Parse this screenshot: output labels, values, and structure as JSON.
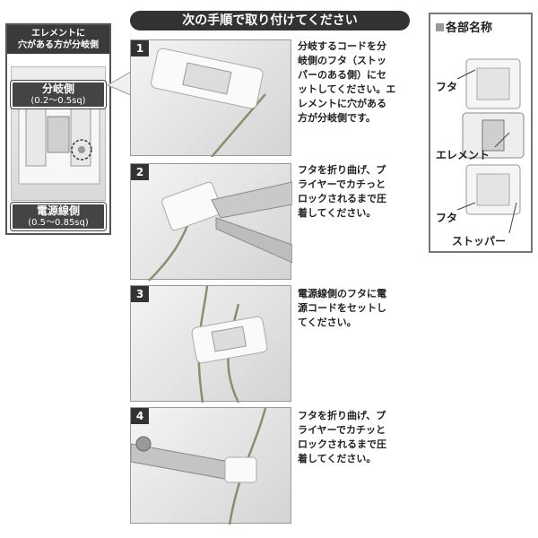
{
  "inset": {
    "header": [
      "エレメントに",
      "穴がある方が分岐側"
    ],
    "branch_label": "分岐側",
    "branch_spec": "(0.2〜0.5sq)",
    "power_label": "電源線側",
    "power_spec": "(0.5〜0.85sq)"
  },
  "title": "次の手順で取り付けてください",
  "steps": [
    {
      "num": "1",
      "lines": [
        "分岐するコードを分",
        "岐側のフタ（ストッ",
        "パーのある側）にセ",
        "ットしてください。エ",
        "レメントに穴がある",
        "方が分岐側です。"
      ]
    },
    {
      "num": "2",
      "lines": [
        "フタを折り曲げ、プ",
        "ライヤーでカチっと",
        "ロックされるまで圧",
        "着してください。"
      ]
    },
    {
      "num": "3",
      "lines": [
        "電源線側のフタに電",
        "源コードをセットし",
        "てください。"
      ]
    },
    {
      "num": "4",
      "lines": [
        "フタを折り曲げ、プ",
        "ライヤーでカチッと",
        "ロックされるまで圧",
        "着してください。"
      ]
    }
  ],
  "parts": {
    "title": "各部名称",
    "lid_top": "フタ",
    "element": "エレメント",
    "lid_bottom": "フタ",
    "stopper": "ストッパー"
  },
  "colors": {
    "dark": "#333333",
    "photo_bg": "#e2e2e2",
    "wire": "#8a8f6a"
  }
}
